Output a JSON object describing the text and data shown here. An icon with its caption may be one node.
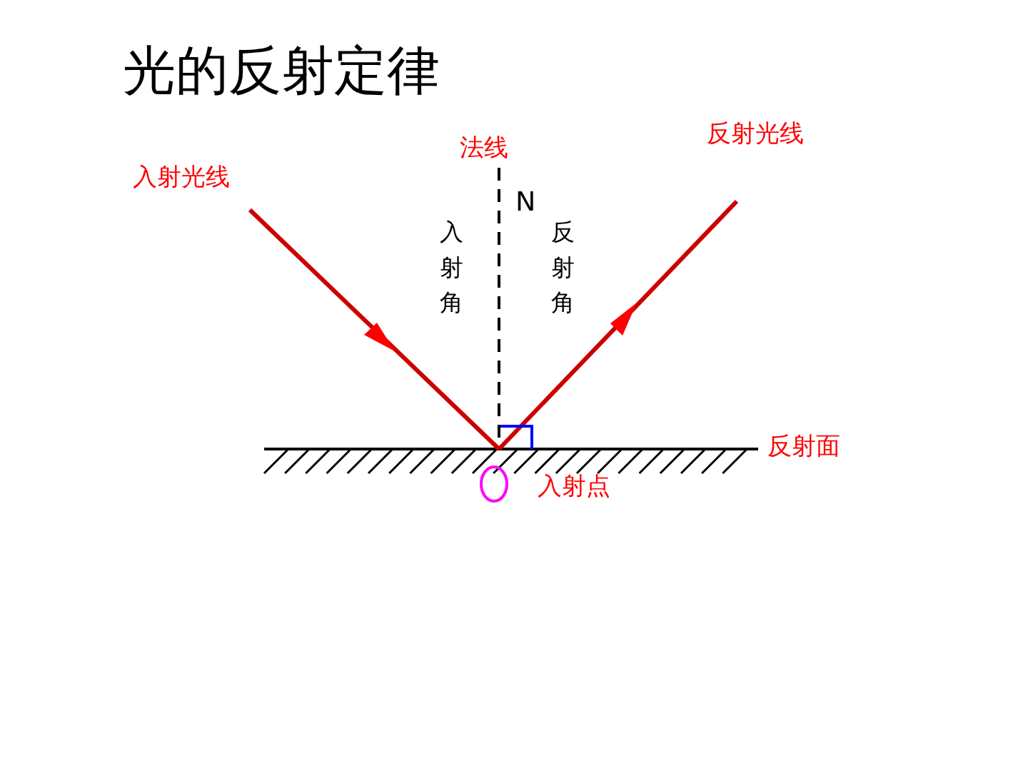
{
  "diagram": {
    "title": "光的反射定律",
    "labels": [
      "反射光线",
      "法线",
      "入射光线",
      "N",
      "入射角",
      "反射角",
      "反射面",
      "入射点"
    ]
  }
}
